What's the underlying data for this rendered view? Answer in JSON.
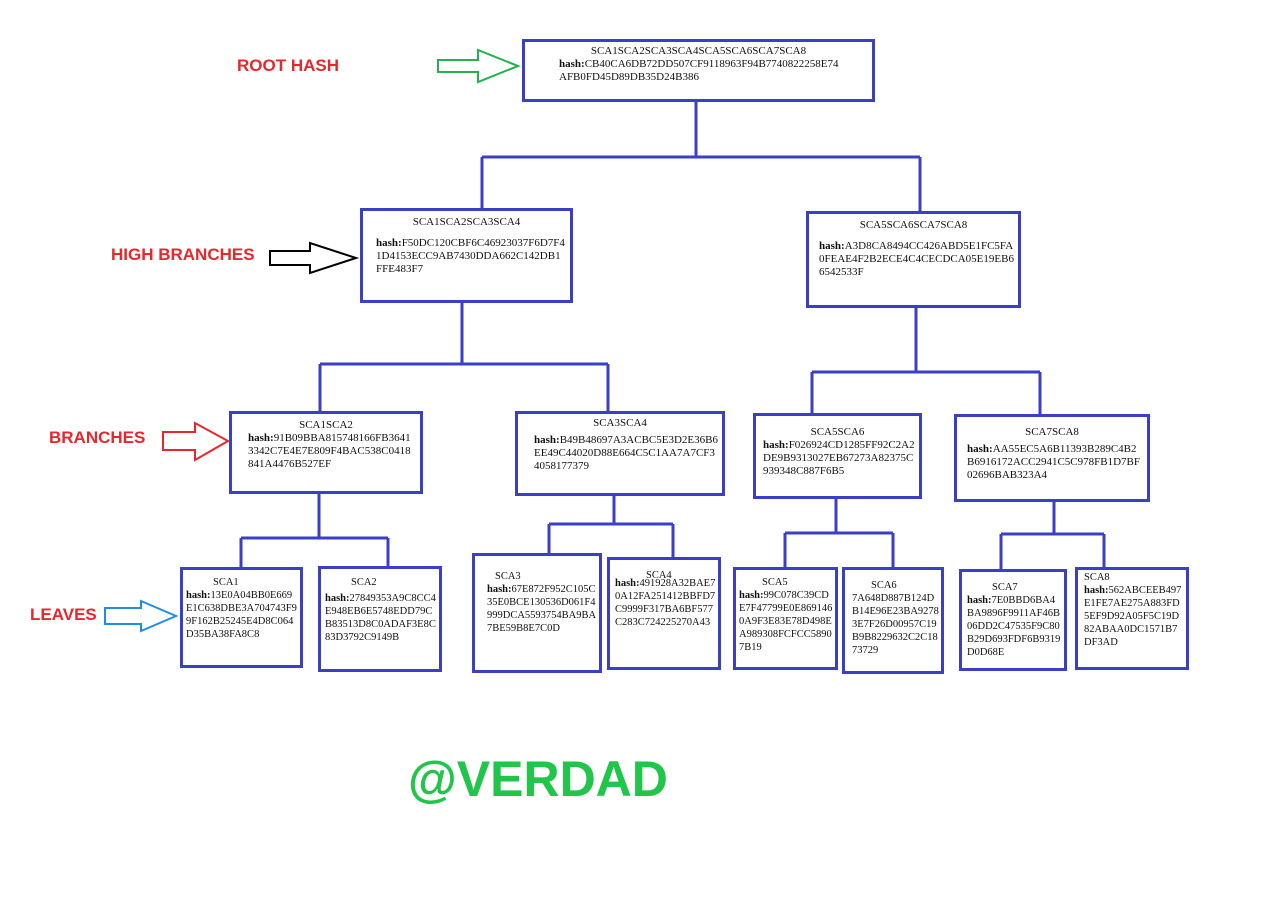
{
  "labels": {
    "root": "ROOT HASH",
    "high_branches": "HIGH BRANCHES",
    "branches": "BRANCHES",
    "leaves": "LEAVES"
  },
  "brand": "@VERDAD",
  "hash_prefix": "hash:",
  "colors": {
    "box_border": "#3b3fc8",
    "label_red": "#e8262b",
    "brand_green": "#21c54a",
    "arrow_root": "#22b14c",
    "arrow_high": "#000000",
    "arrow_branch": "#e8262b",
    "arrow_leaf": "#1e8fe0"
  },
  "root": {
    "title": "SCA1SCA2SCA3SCA4SCA5SCA6SCA7SCA8",
    "hash": "CB40CA6DB72DD507CF9118963F94B7740822258E74AFB0FD45D89DB35D24B386"
  },
  "high": [
    {
      "title": "SCA1SCA2SCA3SCA4",
      "hash": "F50DC120CBF6C46923037F6D7F41D4153ECC9AB7430DDA662C142DB1FFE483F7"
    },
    {
      "title": "SCA5SCA6SCA7SCA8",
      "hash": "A3D8CA8494CC426ABD5E1FC5FA0FEAE4F2B2ECE4C4CECDCA05E19EB66542533F"
    }
  ],
  "branches": [
    {
      "title": "SCA1SCA2",
      "hash": "91B09BBA815748166FB36413342C7E4E7E809F4BAC538C0418841A4476B527EF"
    },
    {
      "title": "SCA3SCA4",
      "hash": "B49B48697A3ACBC5E3D2E36B6EE49C44020D88E664C5C1AA7A7CF34058177379"
    },
    {
      "title": "SCA5SCA6",
      "hash": "F026924CD1285FF92C2A2DE9B9313027EB67273A82375C939348C887F6B5"
    },
    {
      "title": "SCA7SCA8",
      "hash": "AA55EC5A6B11393B289C4B2B6916172ACC2941C5C978FB1D7BF02696BAB323A4"
    }
  ],
  "leaves": [
    {
      "title": "SCA1",
      "hash": "13E0A04BB0E669E1C638DBE3A704743F99F162B25245E4D8C064D35BA38FA8C8"
    },
    {
      "title": "SCA2",
      "hash": "27849353A9C8CC4E948EB6E5748EDD79CB83513D8C0ADAF3E8C83D3792C9149B"
    },
    {
      "title": "SCA3",
      "hash": "67E872F952C105C35E0BCE130536D061F4999DCA5593754BA9BA7BE59B8E7C0D"
    },
    {
      "title": "SCA4",
      "hash": "491928A32BAE70A12FA251412BBFD7C9999F317BA6BF577C283C724225270A43"
    },
    {
      "title": "SCA5",
      "hash": "99C078C39CDE7F47799E0E8691460A9F3E83E78D498EA989308FCFCC58907B19"
    },
    {
      "title": "SCA6",
      "hash": "7A648D887B124DB14E96E23BA92783E7F26D00957C19B9B8229632C2C1873729"
    },
    {
      "title": "SCA7",
      "hash": "7E0BBD6BA4BA9896F9911AF46B06DD2C47535F9C80B29D693FDF6B9319D0D68E"
    },
    {
      "title": "SCA8",
      "hash": "562ABCEEB497E1FE7AE275A883FD5EF9D92A05F5C19D82ABAA0DC1571B7DF3AD"
    }
  ]
}
